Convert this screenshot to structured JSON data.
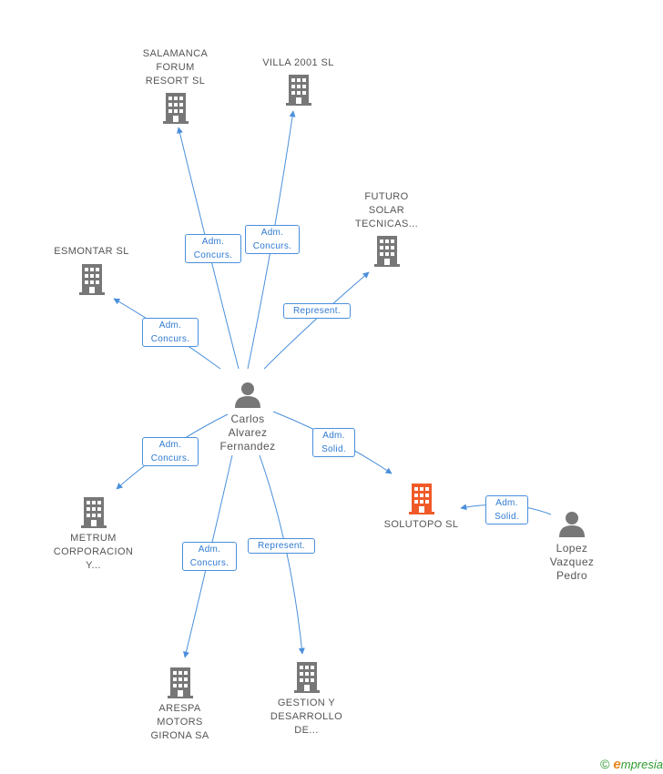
{
  "colors": {
    "edge": "#4a8fdc",
    "building": "#777777",
    "building_focus": "#f05a28",
    "person": "#777777"
  },
  "nodes": {
    "salamanca": {
      "label": "SALAMANCA\nFORUM\nRESORT SL",
      "icon": "building-icon"
    },
    "villa": {
      "label": "VILLA 2001 SL",
      "icon": "building-icon"
    },
    "futuro": {
      "label": "FUTURO\nSOLAR\nTECNICAS...",
      "icon": "building-icon"
    },
    "esmontar": {
      "label": "ESMONTAR SL",
      "icon": "building-icon"
    },
    "carlos": {
      "label": "Carlos\nAlvarez\nFernandez",
      "icon": "person-icon"
    },
    "solutopo": {
      "label": "SOLUTOPO SL",
      "icon": "building-icon"
    },
    "lopez": {
      "label": "Lopez\nVazquez\nPedro",
      "icon": "person-icon"
    },
    "metrum": {
      "label": "METRUM\nCORPORACION\nY...",
      "icon": "building-icon"
    },
    "arespa": {
      "label": "ARESPA\nMOTORS\nGIRONA SA",
      "icon": "building-icon"
    },
    "gestion": {
      "label": "GESTION Y\nDESARROLLO\nDE...",
      "icon": "building-icon"
    }
  },
  "edges": {
    "salamanca": "Adm.\nConcurs.",
    "villa": "Adm.\nConcurs.",
    "futuro": "Represent.",
    "esmontar": "Adm.\nConcurs.",
    "solutopo": "Adm.\nSolid.",
    "lopez": "Adm.\nSolid.",
    "metrum": "Adm.\nConcurs.",
    "arespa": "Adm.\nConcurs.",
    "gestion": "Represent."
  },
  "footer": {
    "copyright_symbol": "©",
    "brand_initial": "e",
    "brand_rest": "mpresia"
  }
}
